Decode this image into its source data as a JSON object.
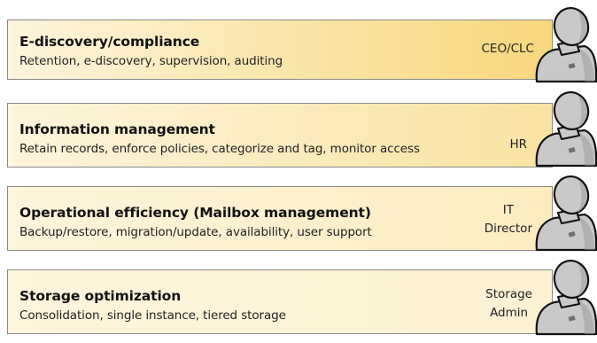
{
  "colors": {
    "tier_light": "#fdf5dc",
    "tier_dark": "#f8d77c",
    "border": "#8a8a8a",
    "person_fill": "#c9c9c9",
    "person_shade": "#9a9a9a",
    "person_outline": "#111111"
  },
  "tiers": [
    {
      "title": "E-discovery/compliance",
      "description": "Retention, e-discovery, supervision, auditing",
      "role_lines": [
        "CEO/CLC"
      ],
      "gradient_strength": 1.0
    },
    {
      "title": "Information management",
      "description": "Retain records, enforce policies, categorize and tag, monitor access",
      "role_lines": [
        "HR"
      ],
      "gradient_strength": 0.6
    },
    {
      "title": "Operational efficiency (Mailbox management)",
      "description": "Backup/restore, migration/update, availability, user support",
      "role_lines": [
        "IT",
        "Director"
      ],
      "gradient_strength": 0.3
    },
    {
      "title": "Storage optimization",
      "description": "Consolidation, single instance, tiered storage",
      "role_lines": [
        "Storage",
        "Admin"
      ],
      "gradient_strength": 0.1
    }
  ],
  "icons": {
    "person": "person-icon"
  }
}
